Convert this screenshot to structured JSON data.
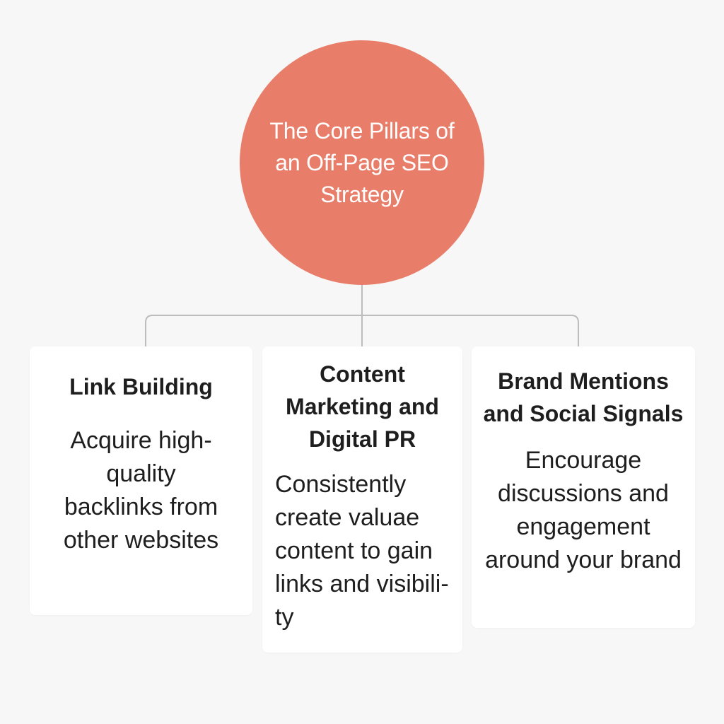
{
  "hub": {
    "title": "The Core Pillars of an Off-Page SEO Strategy",
    "color": "#e87d6a"
  },
  "pillars": [
    {
      "title": "Link Building",
      "description": "Acquire high-quality backlinks from other websites"
    },
    {
      "title": "Content Marketing and Digital PR",
      "description": "Consistently create valuae content to gain links and visibili-ty"
    },
    {
      "title": "Brand Mentions and Social Signals",
      "description": "Encourage discussions and engagement around your brand"
    }
  ],
  "colors": {
    "background": "#f7f7f7",
    "card": "#ffffff",
    "connector": "#bdbdbd",
    "text": "#1e1e1e"
  }
}
